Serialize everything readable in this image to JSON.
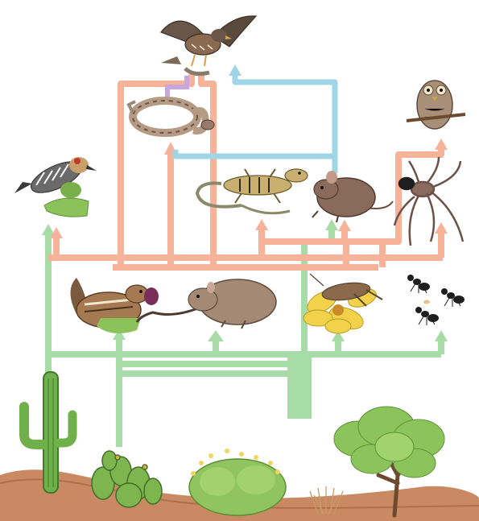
{
  "diagram": {
    "kind": "desert food web",
    "colors": {
      "background": "#ffffff",
      "producer_arrow": "#a8dca6",
      "consumer_arrow": "#f6b39a",
      "predator_arrow": "#9fd6e6",
      "snake_arrow": "#c9a6e0",
      "ground": "#c98963"
    },
    "organisms": [
      {
        "id": "hawk",
        "icon": "hawk-icon",
        "role": "top predator"
      },
      {
        "id": "snake",
        "icon": "rattlesnake-icon",
        "role": "predator"
      },
      {
        "id": "owl",
        "icon": "owl-icon",
        "role": "predator"
      },
      {
        "id": "woodpecker",
        "icon": "woodpecker-icon",
        "role": "consumer"
      },
      {
        "id": "lizard",
        "icon": "lizard-icon",
        "role": "consumer"
      },
      {
        "id": "mouse",
        "icon": "mouse-icon",
        "role": "consumer"
      },
      {
        "id": "spider",
        "icon": "spider-icon",
        "role": "consumer"
      },
      {
        "id": "squirrel",
        "icon": "ground-squirrel-icon",
        "role": "consumer"
      },
      {
        "id": "rat",
        "icon": "kangaroo-rat-icon",
        "role": "consumer"
      },
      {
        "id": "grasshopper",
        "icon": "grasshopper-on-flower-icon",
        "role": "consumer"
      },
      {
        "id": "ants",
        "icon": "ants-icon",
        "role": "consumer"
      },
      {
        "id": "saguaro",
        "icon": "saguaro-cactus-icon",
        "role": "producer"
      },
      {
        "id": "prickly_pear",
        "icon": "prickly-pear-cactus-icon",
        "role": "producer"
      },
      {
        "id": "shrub",
        "icon": "flowering-shrub-icon",
        "role": "producer"
      },
      {
        "id": "grass",
        "icon": "dry-grass-icon",
        "role": "producer"
      },
      {
        "id": "tree",
        "icon": "mesquite-tree-icon",
        "role": "producer"
      }
    ]
  }
}
